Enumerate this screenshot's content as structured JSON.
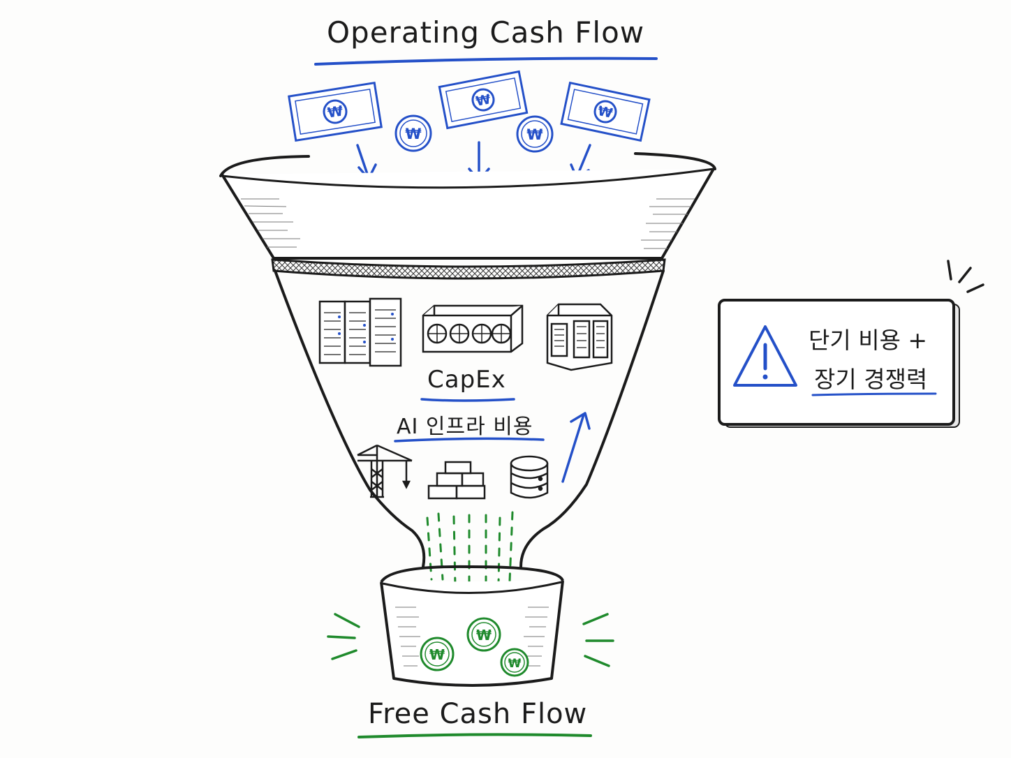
{
  "top_label": "Operating Cash Flow",
  "bottom_label": "Free Cash Flow",
  "middle": {
    "capex": "CapEx",
    "ai_cost": "AI 인프라 비용"
  },
  "note": {
    "line1": "단기 비용 +",
    "line2": "장기 경쟁력"
  },
  "currency_symbol": "₩",
  "icons": {
    "incoming": [
      "banknote-icon",
      "coin-icon",
      "banknote-icon",
      "coin-icon",
      "banknote-icon"
    ],
    "capex_hardware": [
      "server-rack-icon",
      "gpu-card-icon",
      "cooling-unit-icon"
    ],
    "capex_build": [
      "crane-icon",
      "bricks-icon",
      "database-icon"
    ],
    "output": [
      "coin-icon",
      "coin-icon",
      "coin-icon"
    ],
    "note": "warning-icon"
  },
  "colors": {
    "ink": "#1b1b1b",
    "blue": "#2450c8",
    "green": "#1f8a2c"
  }
}
